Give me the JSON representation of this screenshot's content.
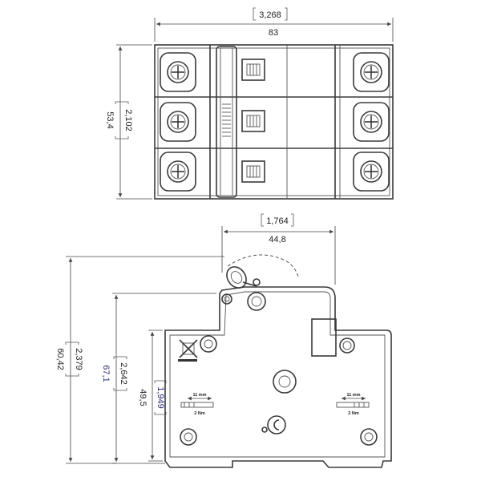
{
  "dimensions": {
    "top_width": {
      "inch": "3,268",
      "mm": "83"
    },
    "top_height": {
      "inch": "2,102",
      "mm": "53,4"
    },
    "lever_offset": {
      "inch": "1,764",
      "mm": "44,8"
    },
    "total_height": {
      "inch": "2,379",
      "mm": "60,42"
    },
    "body_height": {
      "inch": "2,642",
      "mm": "67,1"
    },
    "rail_height": {
      "inch": "1,949",
      "mm": "49,5"
    }
  },
  "labels": {
    "strip_length_left": "11 mm",
    "torque_left": "2 Nm",
    "strip_length_right": "11 mm",
    "torque_right": "2 Nm"
  }
}
